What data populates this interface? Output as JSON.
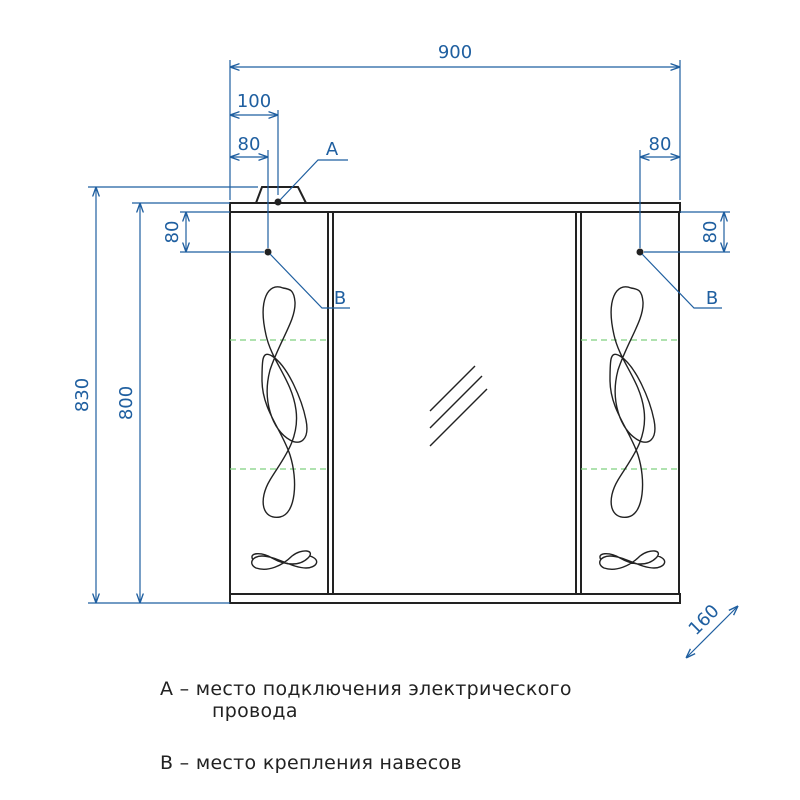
{
  "dimensions": {
    "total_width": "900",
    "offset_a": "100",
    "offset_left": "80",
    "offset_right": "80",
    "vertical_right": "80",
    "vertical_left": "80",
    "total_height": "830",
    "body_height": "800",
    "depth": "160"
  },
  "markers": {
    "a": "A",
    "b_left": "B",
    "b_right": "B"
  },
  "legend": {
    "a_line1": "A – место подключения электрического",
    "a_line2": "провода",
    "b_line": "B – место крепления навесов"
  },
  "colors": {
    "dimension": "#1f5fa0",
    "outline": "#222222",
    "hidden": "#7fd07f"
  }
}
